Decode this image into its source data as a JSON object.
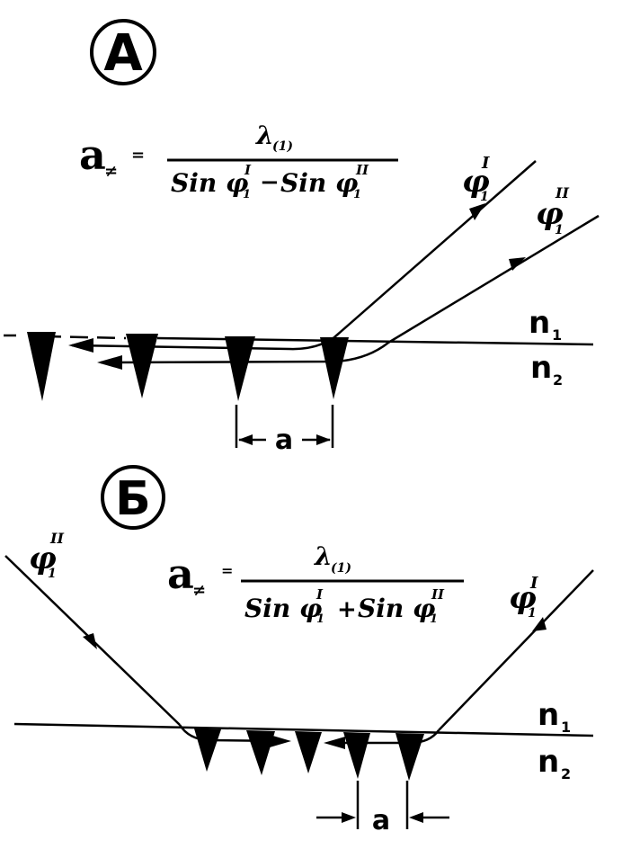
{
  "panel_a": {
    "label": "А",
    "formula": {
      "lhs": "a",
      "lhs_sub": "≠",
      "eq": "=",
      "numerator": "λ",
      "numerator_sub": "(1)",
      "den_sin1": "Sin φ",
      "den_sub1": "1",
      "den_sup1": "I",
      "den_op": "−",
      "den_sin2": "Sin φ",
      "den_sub2": "1",
      "den_sup2": "II"
    },
    "ray1": {
      "sym": "φ",
      "sub": "1",
      "sup": "I"
    },
    "ray2": {
      "sym": "φ",
      "sub": "1",
      "sup": "II"
    },
    "medium_top": {
      "sym": "n",
      "sub": "1"
    },
    "medium_bottom": {
      "sym": "n",
      "sub": "2"
    },
    "spacing_label": "a"
  },
  "panel_b": {
    "label": "Б",
    "formula": {
      "lhs": "a",
      "lhs_sub": "≠",
      "eq": "=",
      "numerator": "λ",
      "numerator_sub": "(1)",
      "den_sin1": "Sin φ",
      "den_sub1": "1",
      "den_sup1": "I",
      "den_op": "+",
      "den_sin2": "Sin φ",
      "den_sub2": "1",
      "den_sup2": "II"
    },
    "ray_left": {
      "sym": "φ",
      "sub": "1",
      "sup": "II"
    },
    "ray_right": {
      "sym": "φ",
      "sub": "1",
      "sup": "I"
    },
    "medium_top": {
      "sym": "n",
      "sub": "1"
    },
    "medium_bottom": {
      "sym": "n",
      "sub": "2"
    },
    "spacing_label": "a"
  }
}
